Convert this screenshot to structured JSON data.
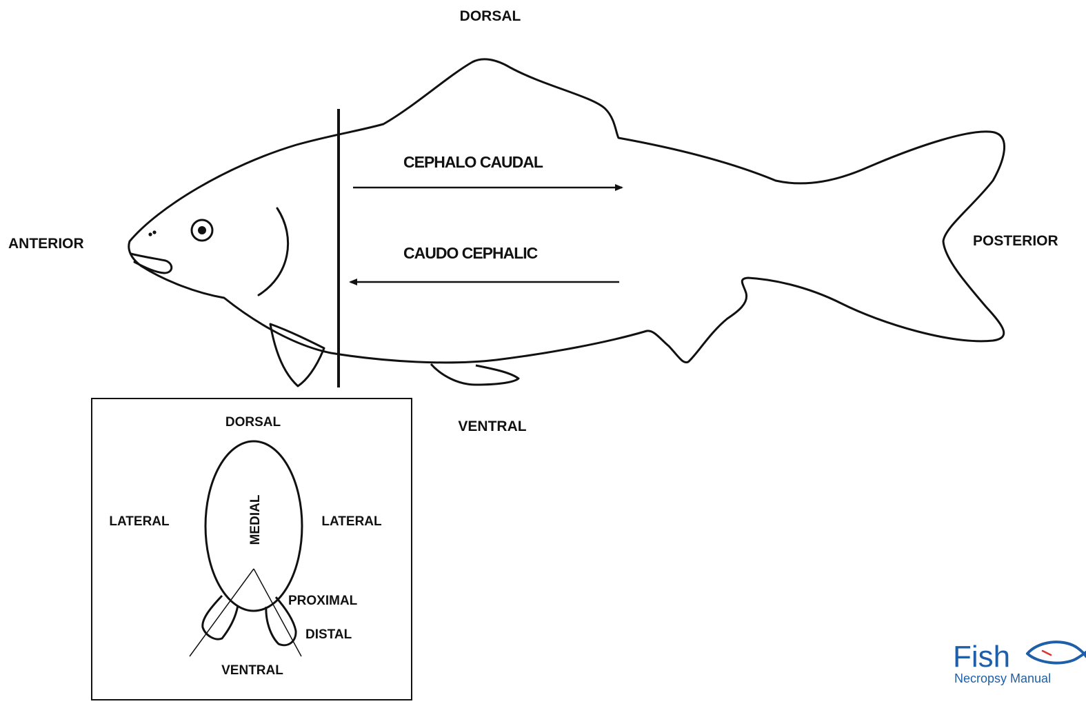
{
  "labels": {
    "dorsal": "DORSAL",
    "ventral": "VENTRAL",
    "anterior": "ANTERIOR",
    "posterior": "POSTERIOR",
    "cephalo_caudal": "CEPHALO CAUDAL",
    "caudo_cephalic": "CAUDO CEPHALIC"
  },
  "cross_section": {
    "dorsal": "DORSAL",
    "ventral": "VENTRAL",
    "lateral_left": "LATERAL",
    "lateral_right": "LATERAL",
    "medial": "MEDIAL",
    "proximal": "PROXIMAL",
    "distal": "DISTAL"
  },
  "logo": {
    "title": "Fish",
    "subtitle": "Necropsy Manual",
    "color": "#1f5fa8",
    "accent": "#d9342b",
    "icon": "fish-outline-icon"
  }
}
